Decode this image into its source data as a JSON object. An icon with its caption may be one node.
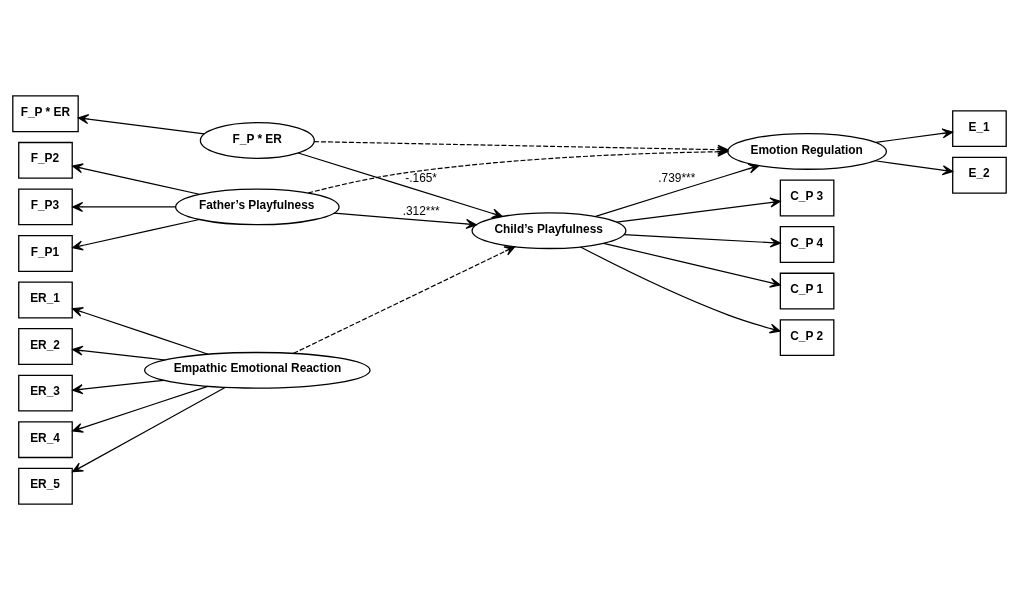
{
  "diagram": {
    "nodes": [
      {
        "text": [
          "F_P1"
        ]
      },
      {
        "text": [
          "F_P2"
        ]
      },
      {
        "text": [
          "F_P3"
        ]
      },
      {
        "text": [
          "Father’s Playfulness"
        ]
      },
      {
        "text": [
          "ER_1"
        ]
      },
      {
        "text": [
          "ER_2"
        ]
      },
      {
        "text": [
          "ER_3"
        ]
      },
      {
        "text": [
          "ER_4"
        ]
      },
      {
        "text": [
          "ER_5"
        ]
      },
      {
        "text": [
          "Empathic Emotional Reaction"
        ]
      },
      {
        "text": [
          "F_P * ER"
        ]
      },
      {
        "text": [
          "F_P * ER"
        ]
      },
      {
        "text": [
          "C_P 1"
        ]
      },
      {
        "text": [
          "C_P 2"
        ]
      },
      {
        "text": [
          "C_P 3"
        ]
      },
      {
        "text": [
          "C_P 4"
        ]
      },
      {
        "text": [
          "Child’s Playfulness"
        ]
      },
      {
        "text": [
          "Emotion Regulation"
        ]
      },
      {
        "text": [
          "E_1"
        ]
      },
      {
        "text": [
          "E_2"
        ]
      }
    ],
    "edges": [
      {
        "from": 3,
        "to": 0,
        "arrow": "to"
      },
      {
        "from": 3,
        "to": 1,
        "arrow": "to"
      },
      {
        "from": 3,
        "to": 2,
        "arrow": "to"
      },
      {
        "from": 9,
        "to": 4,
        "arrow": "to"
      },
      {
        "from": 9,
        "to": 5,
        "arrow": "to"
      },
      {
        "from": 9,
        "to": 6,
        "arrow": "to"
      },
      {
        "from": 9,
        "to": 7,
        "arrow": "to"
      },
      {
        "from": 9,
        "to": 8,
        "arrow": "to"
      },
      {
        "from": 11,
        "to": 10,
        "arrow": "to"
      },
      {
        "from": 3,
        "to": 16,
        "arrow": "to",
        "label": ".312***"
      },
      {
        "from": 3,
        "to": 17,
        "arrow": "to",
        "style": "dashed"
      },
      {
        "from": 9,
        "to": 16,
        "arrow": "to",
        "style": "dashed"
      },
      {
        "from": 11,
        "to": 16,
        "arrow": "to",
        "label": "-.165*"
      },
      {
        "from": 11,
        "to": 17,
        "arrow": "to",
        "style": "dashed"
      },
      {
        "from": 16,
        "to": 12,
        "arrow": "to"
      },
      {
        "from": 16,
        "to": 13,
        "arrow": "to"
      },
      {
        "from": 16,
        "to": 14,
        "arrow": "to"
      },
      {
        "from": 16,
        "to": 15,
        "arrow": "to"
      },
      {
        "from": 16,
        "to": 17,
        "arrow": "to",
        "label": ".739***"
      },
      {
        "from": 17,
        "to": 18,
        "arrow": "to"
      },
      {
        "from": 17,
        "to": 19,
        "arrow": "to"
      }
    ]
  }
}
